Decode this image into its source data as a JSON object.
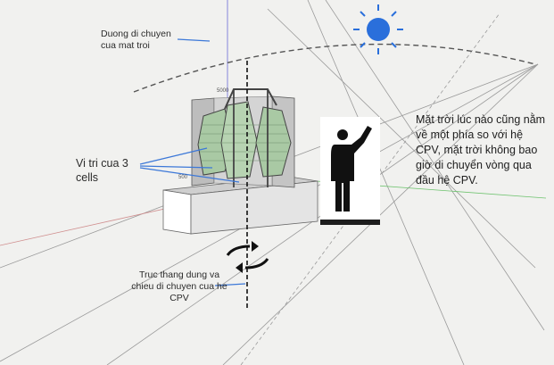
{
  "sun_path_label": "Duong di chuyen cua mat troi",
  "cells_label": "Vi tri cua 3 cells",
  "axis_label": "Truc thang dung va chieu di chuyen cua he CPV",
  "note_text": "Mặt trời lúc nào cũng nằm về một phía so với hệ CPV, mặt trời không bao giờ di chuyển vòng qua đầu hệ CPV.",
  "dimension_marks": [
    "5000",
    "500"
  ],
  "icons": [
    "sun-icon",
    "person-pointing-icon",
    "rotation-arrows-icon"
  ],
  "colors": {
    "sun": "#2a6fdb",
    "annotation_line": "#3c78d8",
    "cell_tint": "#a9c9a4",
    "frame": "#bfbfbf",
    "base": "#e4e4e4",
    "figure": "#111111"
  }
}
